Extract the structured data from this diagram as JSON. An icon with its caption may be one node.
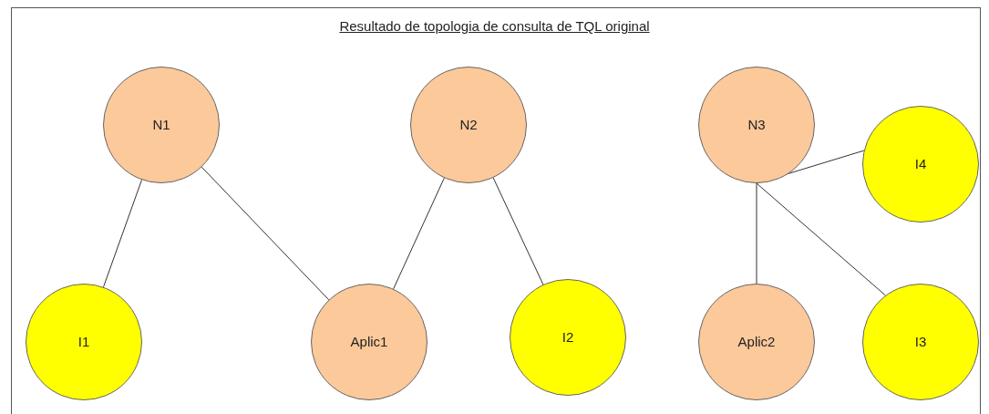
{
  "diagram": {
    "title": "Resultado de topologia de consulta de TQL original",
    "nodes": [
      {
        "text": [
          "N1"
        ]
      },
      {
        "text": [
          "N2"
        ]
      },
      {
        "text": [
          "N3"
        ]
      },
      {
        "text": [
          "I4"
        ]
      },
      {
        "text": [
          "I1"
        ]
      },
      {
        "text": [
          "Aplic1"
        ]
      },
      {
        "text": [
          "I2"
        ]
      },
      {
        "text": [
          "Aplic2"
        ]
      },
      {
        "text": [
          "I3"
        ]
      }
    ],
    "edges": [
      {
        "from": 0,
        "to": 4,
        "arrow": "none"
      },
      {
        "from": 0,
        "to": 5,
        "arrow": "none"
      },
      {
        "from": 5,
        "to": 1,
        "arrow": "none"
      },
      {
        "from": 1,
        "to": 6,
        "arrow": "none"
      },
      {
        "from": 2,
        "to": 3,
        "arrow": "none"
      },
      {
        "from": 2,
        "to": 7,
        "arrow": "none"
      },
      {
        "from": 2,
        "to": 8,
        "arrow": "none"
      }
    ]
  }
}
